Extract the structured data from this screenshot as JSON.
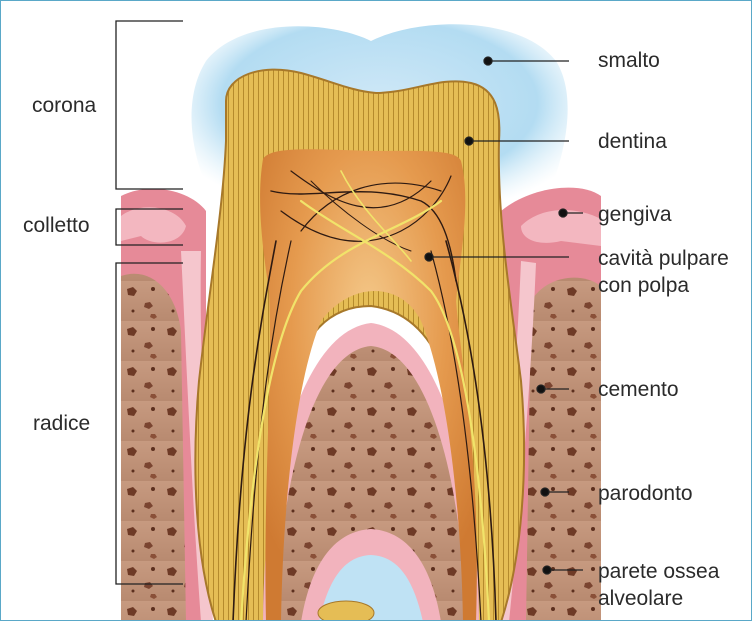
{
  "diagram": {
    "title": "",
    "sections": {
      "corona": "corona",
      "colletto": "colletto",
      "radice": "radice"
    },
    "labels": {
      "smalto": "smalto",
      "dentina": "dentina",
      "gengiva": "gengiva",
      "cavita_line1": "cavità pulpare",
      "cavita_line2": "con polpa",
      "cemento": "cemento",
      "parodonto": "parodonto",
      "parete_line1": "parete ossea",
      "parete_line2": "alveolare"
    }
  }
}
